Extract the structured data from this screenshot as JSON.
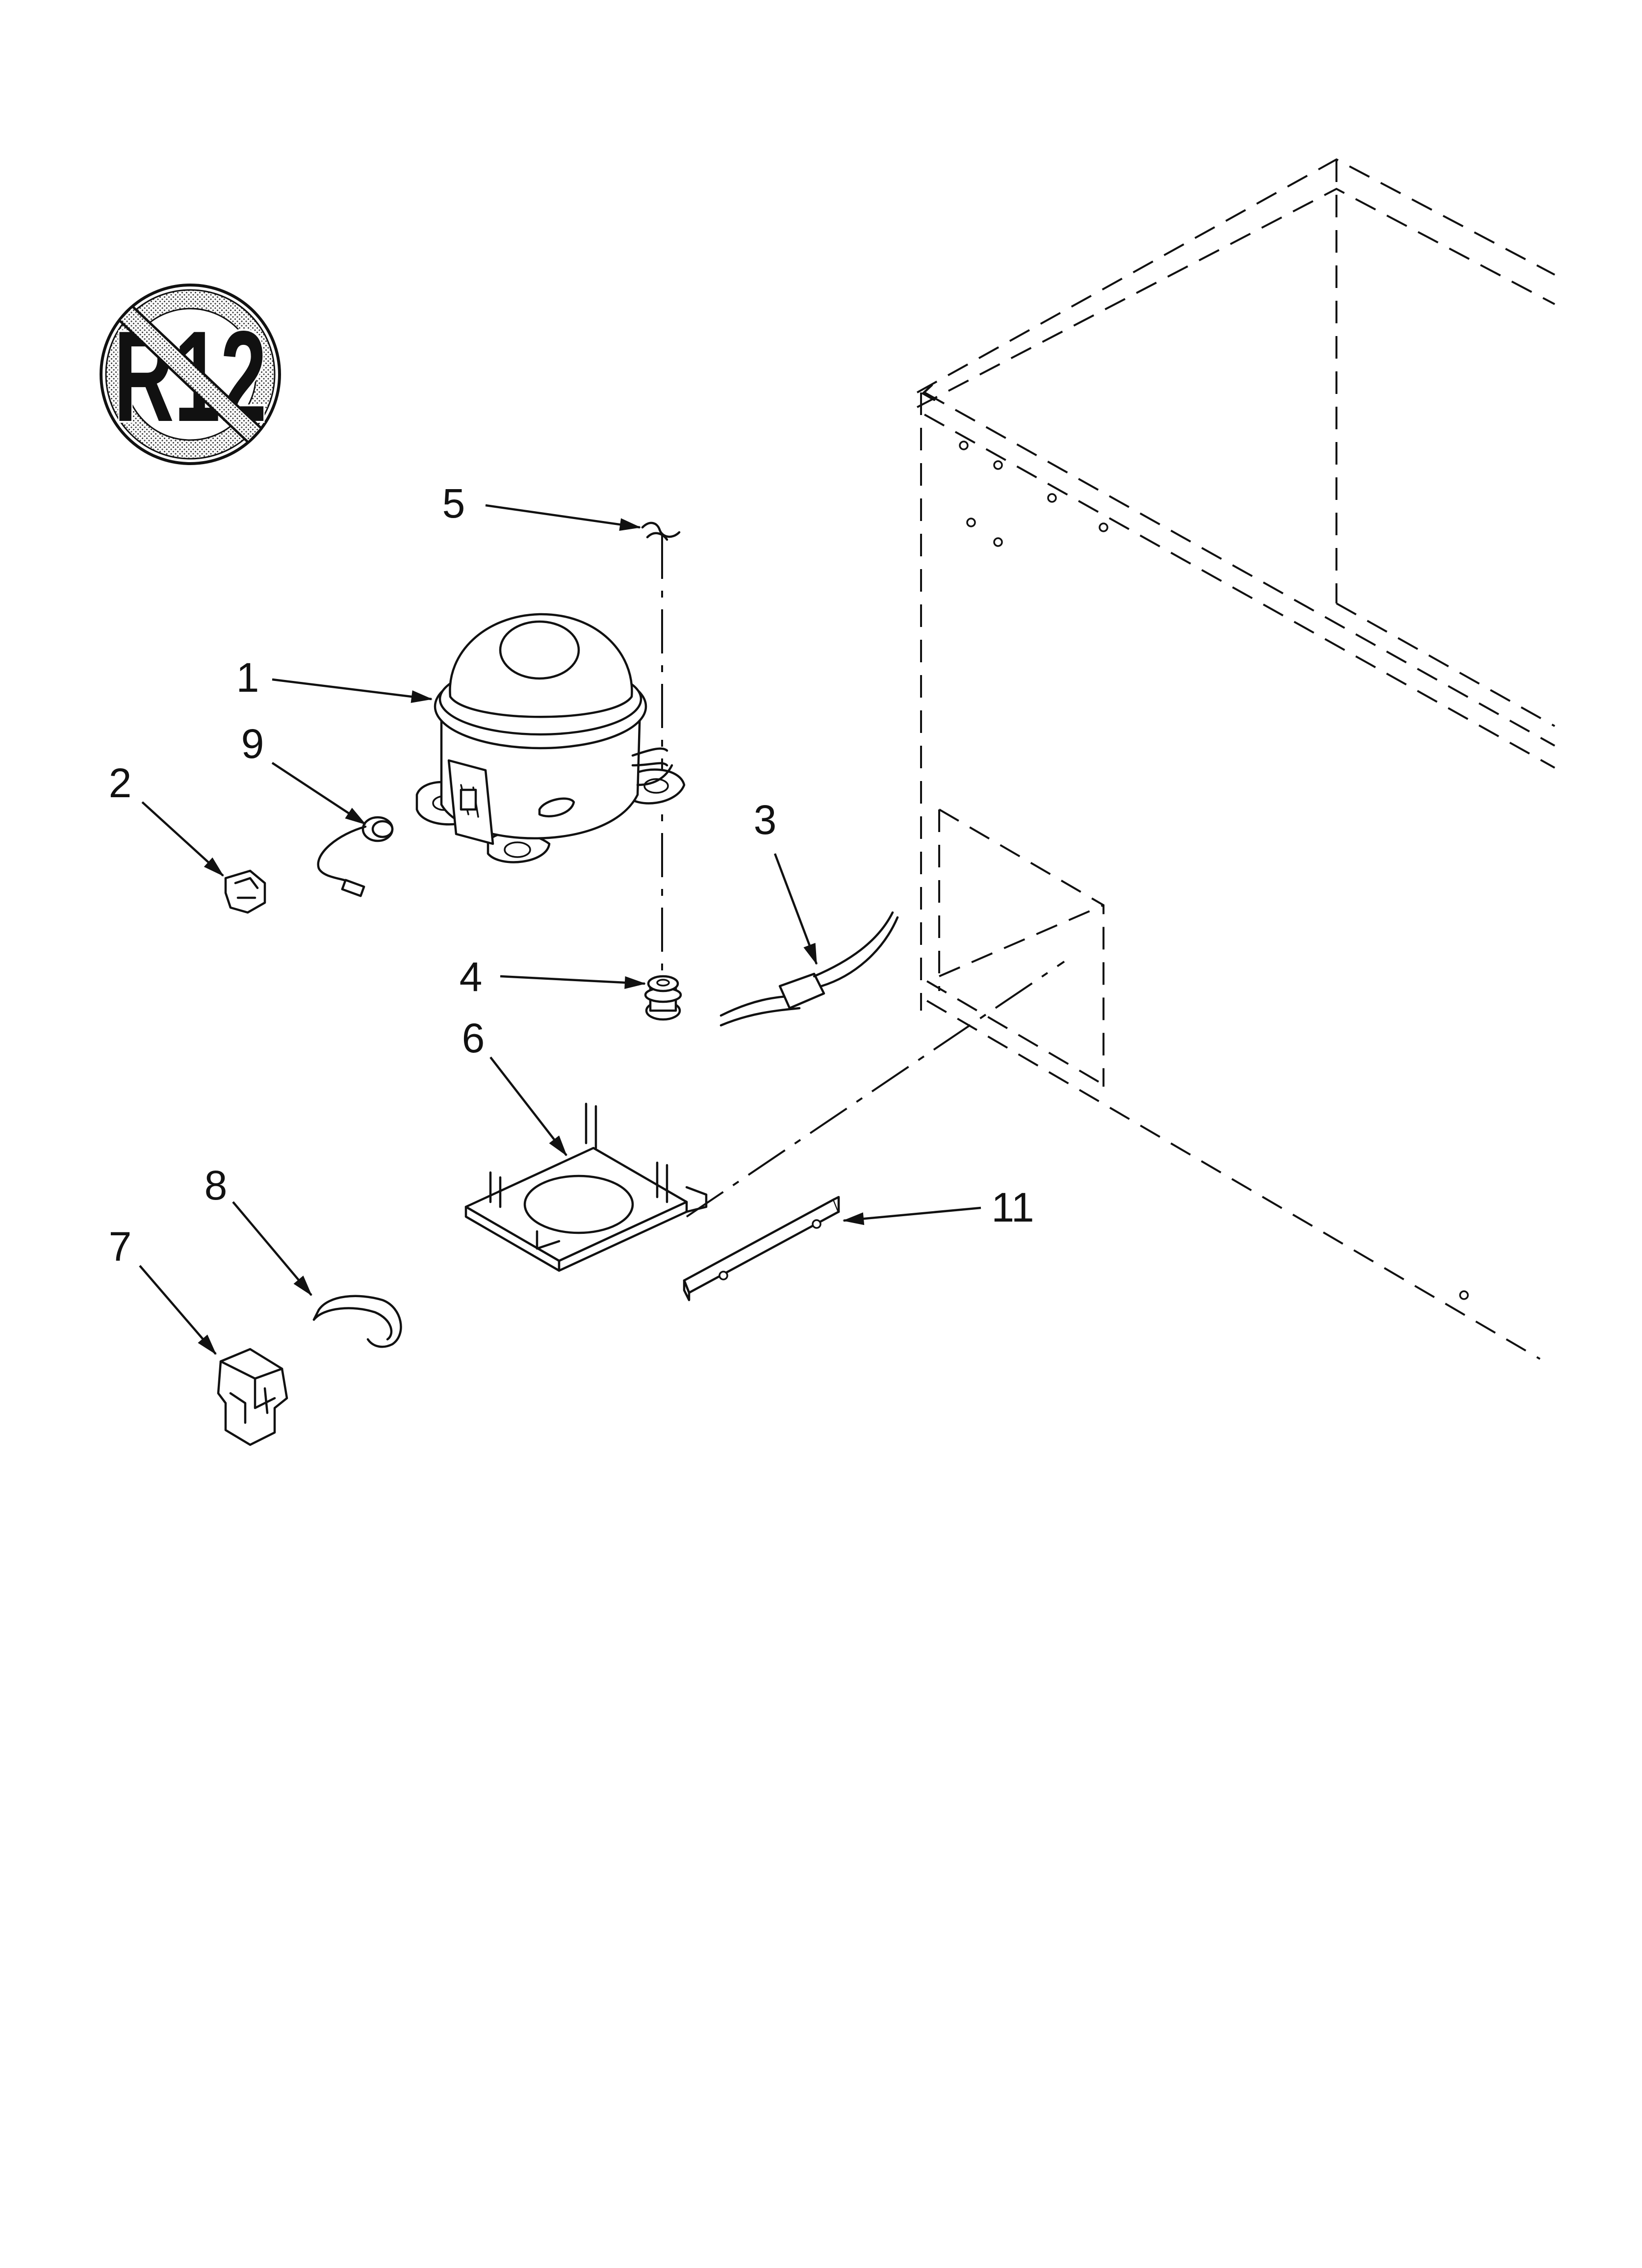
{
  "diagram": {
    "logo": {
      "name": "no-r12-refrigerant-symbol",
      "text": "R12"
    },
    "callouts": [
      {
        "id": "1",
        "label": "1"
      },
      {
        "id": "2",
        "label": "2"
      },
      {
        "id": "3",
        "label": "3"
      },
      {
        "id": "4",
        "label": "4"
      },
      {
        "id": "5",
        "label": "5"
      },
      {
        "id": "6",
        "label": "6"
      },
      {
        "id": "7",
        "label": "7"
      },
      {
        "id": "8",
        "label": "8"
      },
      {
        "id": "9",
        "label": "9"
      },
      {
        "id": "11",
        "label": "11"
      }
    ]
  }
}
